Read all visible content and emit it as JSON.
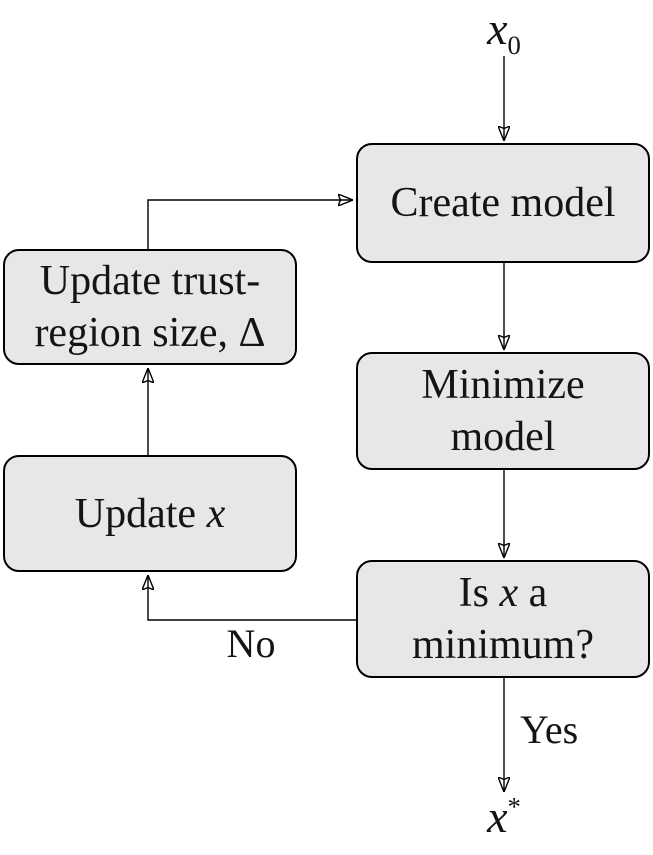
{
  "colors": {
    "background": "#ffffff",
    "node_fill": "#e7e7e7",
    "node_border": "#000000",
    "connector": "#000000"
  },
  "start_label": {
    "base": "x",
    "sub": "0"
  },
  "end_label": {
    "base": "x",
    "sup": "*"
  },
  "nodes": {
    "create_model": {
      "label": "Create model"
    },
    "minimize_model": {
      "line1": "Minimize",
      "line2": "model"
    },
    "is_minimum": {
      "line1_pre": "Is ",
      "line1_var": "x",
      "line1_post": " a",
      "line2": "minimum?"
    },
    "update_trust_region": {
      "line1": "Update trust-",
      "line2_text": "region size, ",
      "line2_symbol": "Δ"
    },
    "update_x": {
      "pre": "Update ",
      "var": "x"
    }
  },
  "edge_labels": {
    "yes": "Yes",
    "no": "No"
  }
}
